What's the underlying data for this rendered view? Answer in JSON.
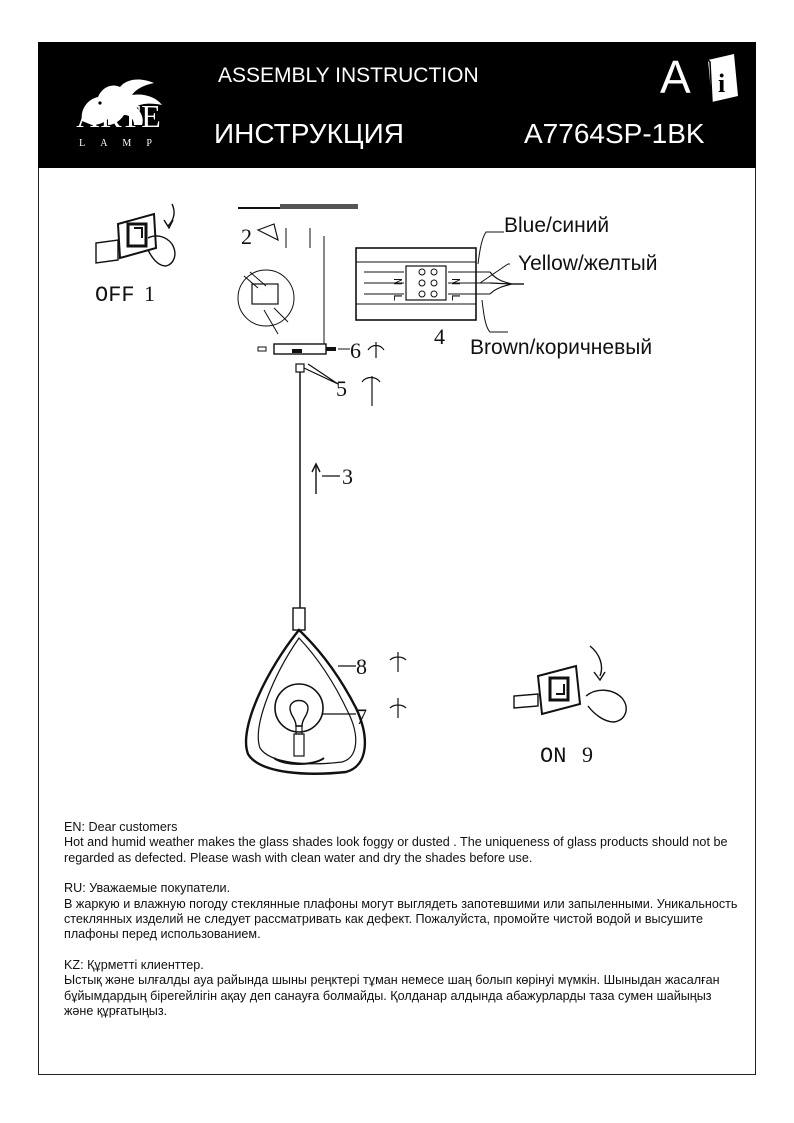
{
  "header": {
    "brand": "ARTE",
    "brand_sub": "LAMP",
    "title_en": "ASSEMBLY INSTRUCTION",
    "title_ru": "ИНСТРУКЦИЯ",
    "model": "A7764SP-1BK",
    "lang_letter": "A",
    "info_glyph": "i",
    "icons": [
      "lion-logo-icon",
      "info-book-icon"
    ]
  },
  "diagram": {
    "off_label": "OFF",
    "off_num": "1",
    "on_label": "ON",
    "on_num": "9",
    "steps": [
      "2",
      "3",
      "4",
      "5",
      "6",
      "7",
      "8"
    ],
    "wire_blue": "Blue/синий",
    "wire_yellow": "Yellow/желтый",
    "wire_brown": "Brown/коричневый",
    "terminal_n": "N",
    "terminal_l": "L"
  },
  "notes": {
    "en_head": "EN: Dear customers",
    "en_body": "Hot and humid weather makes the glass shades look foggy or dusted . The uniqueness of glass products should not be regarded as defected.  Please wash with clean water and dry the shades before use.",
    "ru_head": "RU: Уважаемые покупатели.",
    "ru_body": "В жаркую и влажную погоду стеклянные плафоны могут выглядеть запотевшими или запыленными. Уникальность стеклянных изделий не следует рассматривать как дефект. Пожалуйста, промойте чистой водой и высушите плафоны перед использованием.",
    "kz_head": "KZ: Құрметті клиенттер.",
    "kz_body": "Ыстық және ылғалды ауа райында шыны реңктері тұман немесе шаң болып көрінуі мүмкін. Шыныдан жасалған бұйымдардың бірегейлігін ақау деп санауға болмайды. Қолданар алдында абажурларды таза сумен шайыңыз және құрғатыңыз."
  }
}
